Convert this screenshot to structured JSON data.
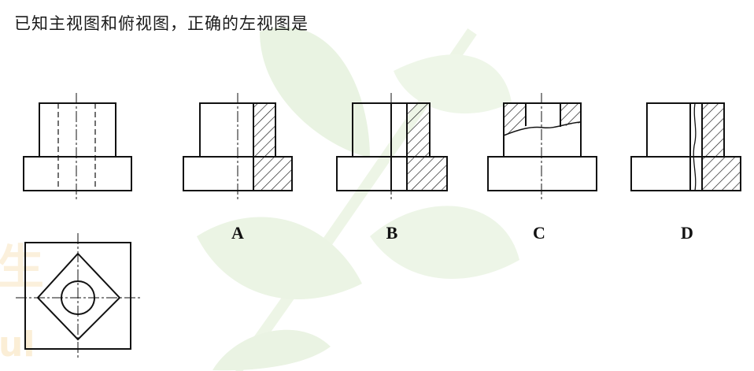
{
  "question": "已知主视图和俯视图，正确的左视图是",
  "options": [
    {
      "id": "A",
      "label": "A"
    },
    {
      "id": "B",
      "label": "B"
    },
    {
      "id": "C",
      "label": "C"
    },
    {
      "id": "D",
      "label": "D"
    }
  ],
  "colors": {
    "line": "#111111",
    "watermark_leaf": "#e8f2e0",
    "watermark_leaf_light": "#f1f7ec",
    "watermark_text": "#fbeed6"
  }
}
